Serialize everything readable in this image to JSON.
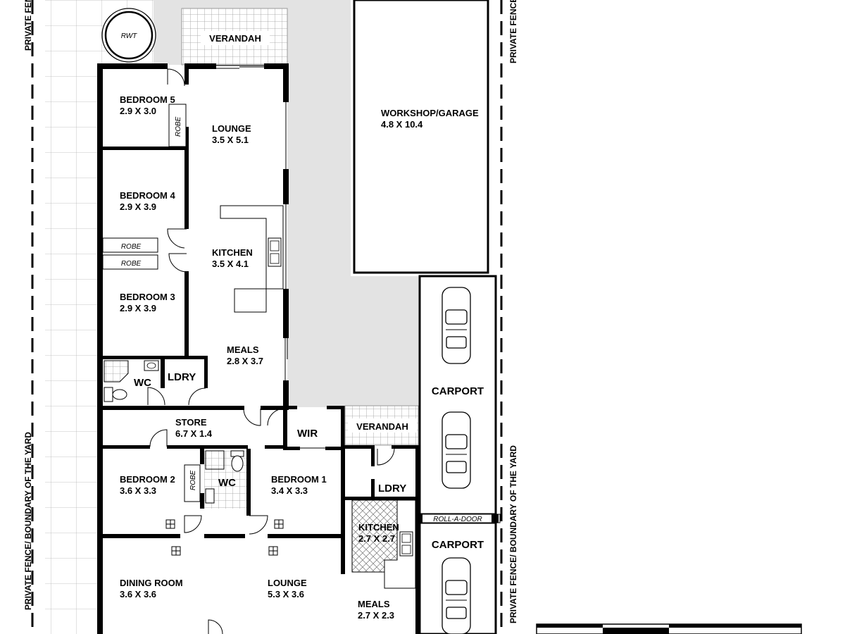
{
  "fences": {
    "left_top": "PRIVATE FENCE",
    "left_bottom": "PRIVATE FENCE/ BOUNDARY OF THE YARD",
    "right_top": "PRIVATE FENCE",
    "right_bottom": "PRIVATE FENCE/ BOUNDARY OF THE YARD"
  },
  "rwt": "RWT",
  "verandah_top": "VERANDAH",
  "verandah_mid": "VERANDAH",
  "rooms": {
    "bedroom5": {
      "name": "BEDROOM 5",
      "dims": "2.9 X 3.0"
    },
    "bedroom4": {
      "name": "BEDROOM 4",
      "dims": "2.9 X 3.9"
    },
    "bedroom3": {
      "name": "BEDROOM 3",
      "dims": "2.9 X 3.9"
    },
    "lounge_upper": {
      "name": "LOUNGE",
      "dims": "3.5 X 5.1"
    },
    "kitchen_upper": {
      "name": "KITCHEN",
      "dims": "3.5 X 4.1"
    },
    "meals_upper": {
      "name": "MEALS",
      "dims": "2.8 X 3.7"
    },
    "workshop": {
      "name": "WORKSHOP/GARAGE",
      "dims": "4.8 X 10.4"
    },
    "store": {
      "name": "STORE",
      "dims": "6.7 X 1.4"
    },
    "bedroom2": {
      "name": "BEDROOM 2",
      "dims": "3.6 X 3.3"
    },
    "bedroom1": {
      "name": "BEDROOM 1",
      "dims": "3.4 X 3.3"
    },
    "dining": {
      "name": "DINING ROOM",
      "dims": "3.6 X 3.6"
    },
    "lounge_lower": {
      "name": "LOUNGE",
      "dims": "5.3 X 3.6"
    },
    "kitchen_lower": {
      "name": "KITCHEN",
      "dims": "2.7 X 2.7"
    },
    "meals_lower": {
      "name": "MEALS",
      "dims": "2.7 X 2.3"
    }
  },
  "labels": {
    "robe_b5": "ROBE",
    "robe_b4": "ROBE",
    "robe_b3": "ROBE",
    "robe_b2": "ROBE",
    "wc_upper": "WC",
    "wc_lower": "WC",
    "ldry_upper": "LDRY",
    "ldry_lower": "LDRY",
    "wir": "WIR",
    "carport_upper": "CARPORT",
    "carport_lower": "CARPORT",
    "roll_door": "ROLL-A-DOOR"
  }
}
